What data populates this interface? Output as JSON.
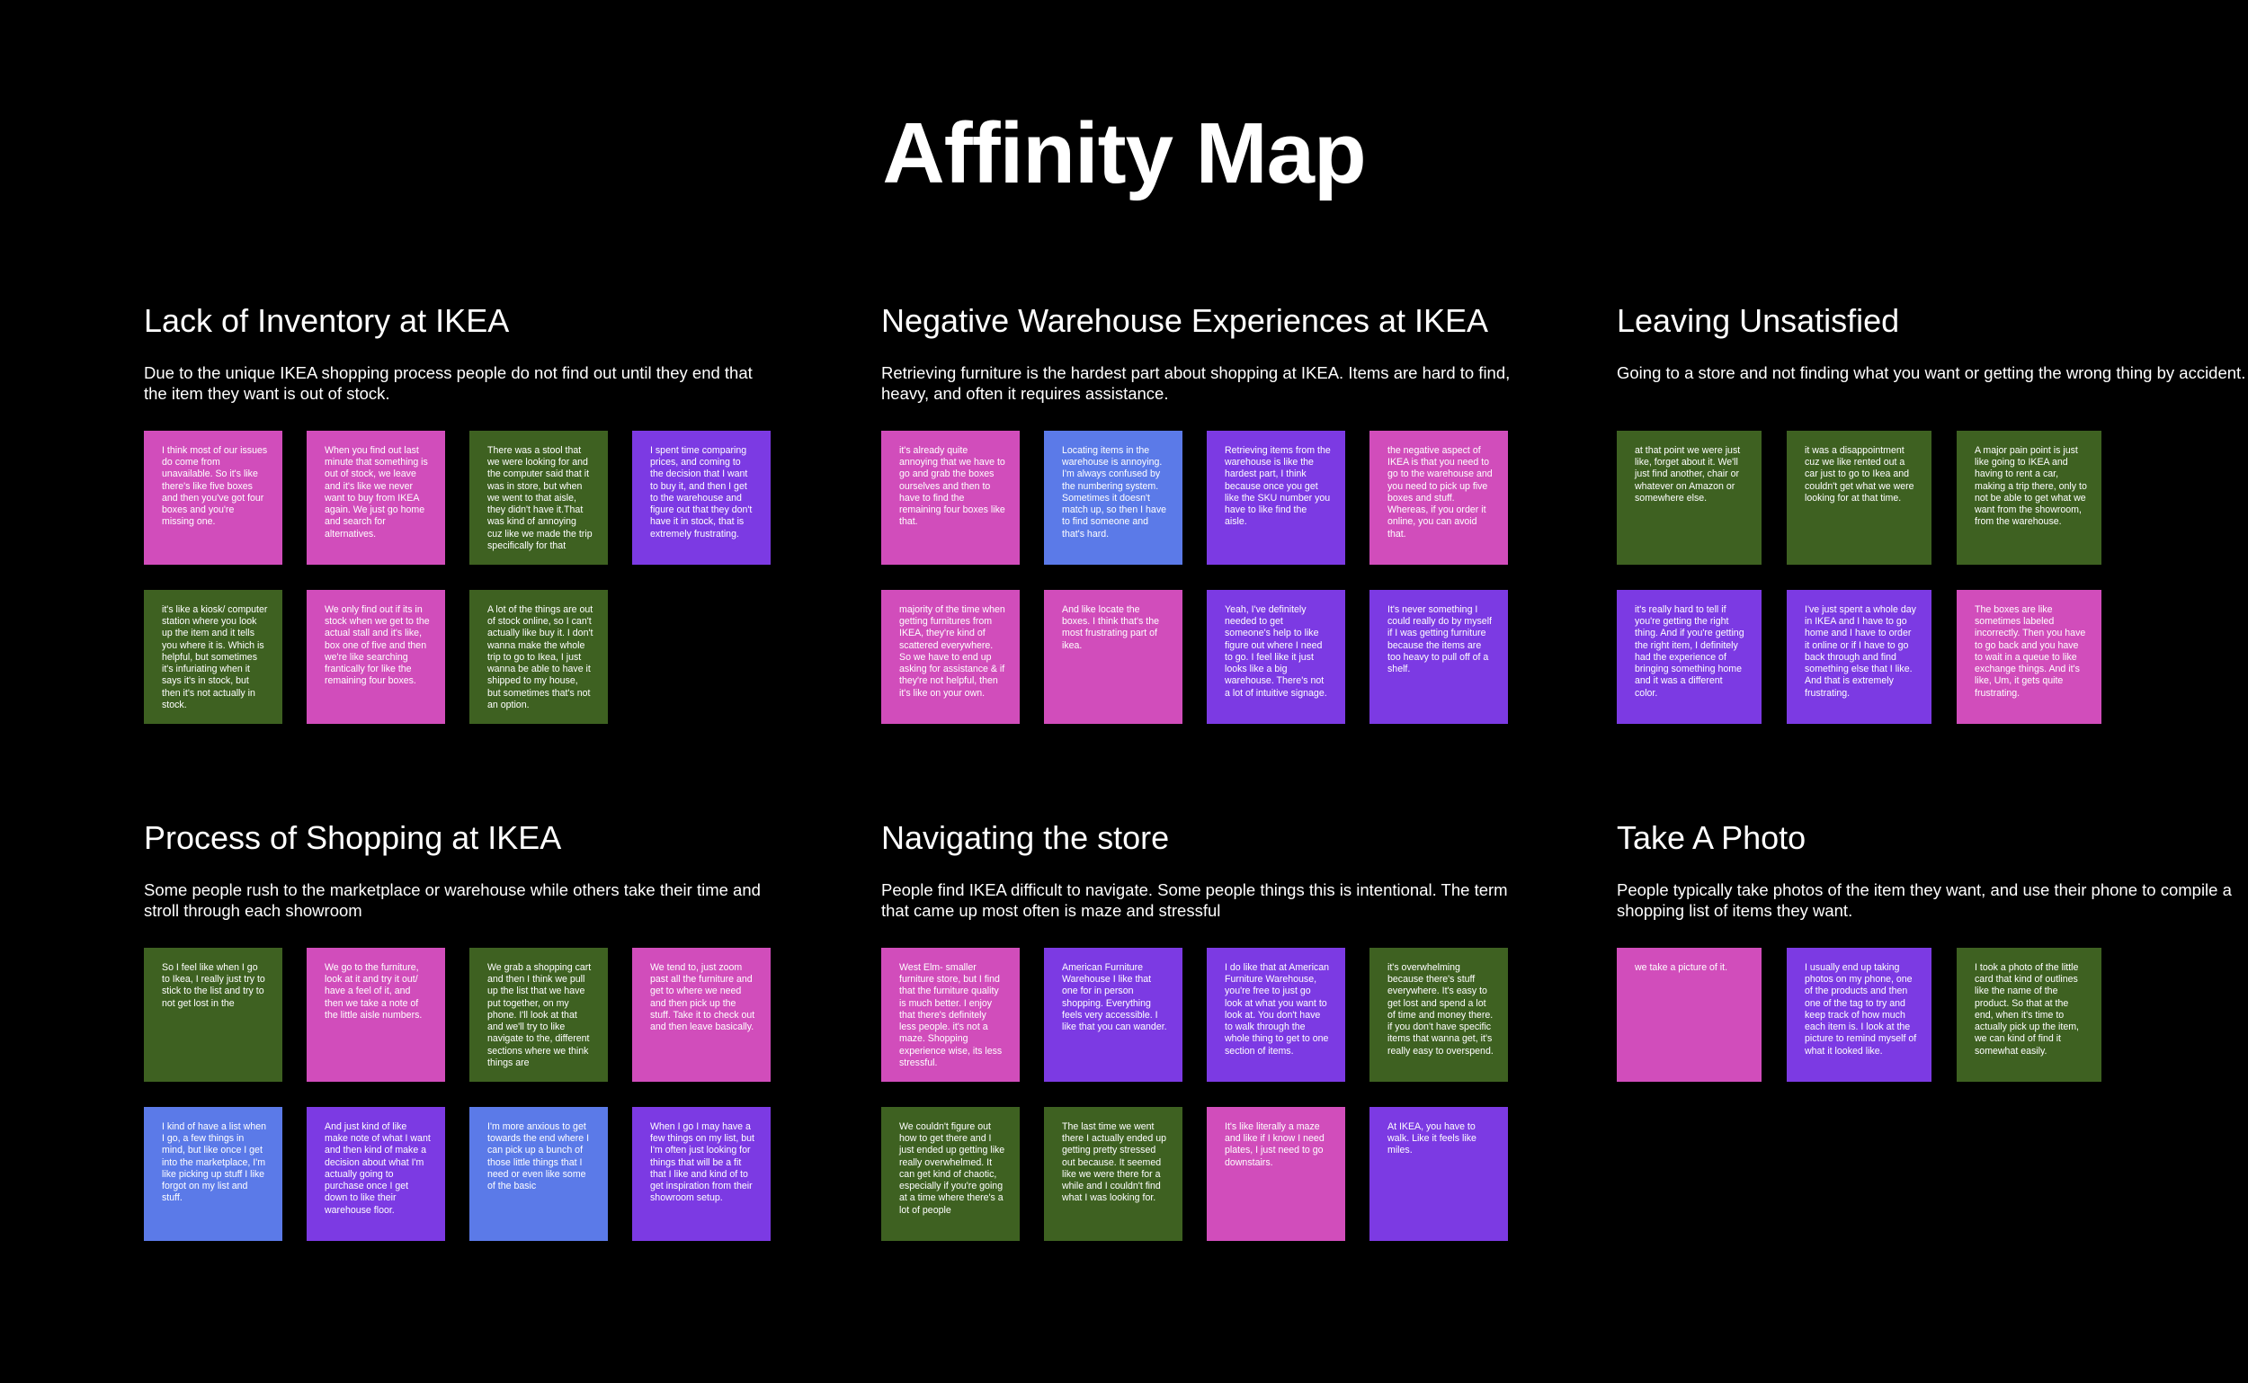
{
  "title": "Affinity Map",
  "colors": {
    "pink": "#d14dbb",
    "green": "#3e6121",
    "purple": "#7c3ae3",
    "blue": "#5b7ae8",
    "background": "#000000"
  },
  "sections": [
    {
      "title": "Lack of Inventory at IKEA",
      "description": "Due to the unique IKEA shopping process people do not find out until they end that the item they want is out of stock.",
      "notes": [
        {
          "color": "pink",
          "text": "I think most of our issues do come from unavailable. So it's like there's like five boxes and then you've got four boxes and you're missing one."
        },
        {
          "color": "pink",
          "text": "When you find out last minute that something is out of stock, we leave and it's like we never want to buy from IKEA again. We just go home and search for alternatives."
        },
        {
          "color": "green",
          "text": "There was a stool that we were looking for and the computer said that it was in store, but when we went to that aisle, they didn't have it.That was kind of annoying cuz like we made the trip specifically for that"
        },
        {
          "color": "purple",
          "text": "I spent time comparing prices, and coming to the decision that I want to buy it, and then I get to the warehouse and figure out that they don't have it in stock, that is extremely frustrating."
        },
        {
          "color": "green",
          "text": "it's like a kiosk/ computer station where you look up the item and it tells you where it is. Which is helpful, but sometimes it's infuriating when it says it's in stock, but then it's not actually in stock."
        },
        {
          "color": "pink",
          "text": "We only find out if its in stock when we get to the actual stall and it's like, box one of five and then we're like searching frantically for like the remaining four boxes."
        },
        {
          "color": "green",
          "text": "A lot of the things are out of stock online, so I can't actually like buy it. I don't wanna make the whole trip to go to Ikea, I just wanna be able to have it shipped to my house, but sometimes that's not an option."
        }
      ]
    },
    {
      "title": "Negative Warehouse Experiences at IKEA",
      "description": "Retrieving furniture is the hardest part about shopping at IKEA. Items are hard to find, heavy, and often it requires assistance.",
      "notes": [
        {
          "color": "pink",
          "text": "it's already quite annoying that we have to go and grab the boxes ourselves and then to have to find the remaining four boxes like that."
        },
        {
          "color": "blue",
          "text": "Locating items in the warehouse is annoying. I'm always confused by the numbering system. Sometimes it doesn't match up, so then I have to find someone and that's hard."
        },
        {
          "color": "purple",
          "text": "Retrieving items from the warehouse is like the hardest part, I think because once you get like the SKU number you have to like find the aisle."
        },
        {
          "color": "pink",
          "text": "the negative aspect of IKEA is that you need to go to the warehouse and you need to pick up five boxes and stuff. Whereas, if you order it online, you can avoid that."
        },
        {
          "color": "pink",
          "text": "majority of the time when getting furnitures from IKEA, they're kind of scattered everywhere. So we have to end up asking for assistance & if they're not helpful, then it's like on your own."
        },
        {
          "color": "pink",
          "text": "And like locate the boxes. I think that's the most frustrating part of ikea."
        },
        {
          "color": "purple",
          "text": "Yeah, I've definitely needed to get someone's help to like figure out where I need to go. I feel like it just looks like a big warehouse. There's not a lot of intuitive signage."
        },
        {
          "color": "purple",
          "text": "It's never something I could really do by myself if I was getting furniture because the items are too heavy to pull off of a shelf."
        }
      ]
    },
    {
      "title": "Leaving Unsatisfied",
      "description": "Going to a store and not finding what you want or getting the wrong thing by accident.",
      "notes": [
        {
          "color": "green",
          "text": "at that point we were just like, forget about it. We'll just find another, chair or whatever on Amazon or somewhere else."
        },
        {
          "color": "green",
          "text": "it was a disappointment cuz we like rented out a car just to go to Ikea and couldn't get what we were looking for at that time."
        },
        {
          "color": "green",
          "text": "A major pain point is just like going to IKEA and having to rent a car, making a trip there, only to not be able to get what we want from the showroom, from the warehouse."
        },
        {
          "color": "purple",
          "text": "it's really hard to tell if you're getting the right thing. And if you're getting the right item, I definitely had the experience of bringing something home and it was a different color."
        },
        {
          "color": "purple",
          "text": "I've just spent a whole day in IKEA and I have to go home and I have to order it online or if I have to go back through and find something else that I like. And that is extremely frustrating."
        },
        {
          "color": "pink",
          "text": "The boxes are like sometimes labeled incorrectly. Then you have to go back and you have to wait in a queue to like exchange things. And it's like, Um, it gets quite frustrating."
        }
      ]
    },
    {
      "title": "Process of Shopping at IKEA",
      "description": "Some people rush to the marketplace or warehouse while others take their time and stroll through each showroom",
      "notes": [
        {
          "color": "green",
          "text": "So I feel like when I go to Ikea, I really just try to stick to the list and try to not get lost in the"
        },
        {
          "color": "pink",
          "text": "We go to the furniture, look at it and try it out/ have a feel of it, and then we take a note of the little aisle numbers."
        },
        {
          "color": "green",
          "text": "We grab a shopping cart and then I think we pull up the list that we have put together, on my phone. I'll look at that and we'll try to like navigate to the, different sections where we think things are"
        },
        {
          "color": "pink",
          "text": "We tend to, just zoom past all the furniture and get to where we need and then pick up the stuff. Take it to check out and then leave basically."
        },
        {
          "color": "blue",
          "text": "I kind of have a list when I go, a few things in mind, but like once I get into the marketplace, I'm like picking up stuff I like forgot on my list and stuff."
        },
        {
          "color": "purple",
          "text": "And just kind of like make note of what I want and then kind of make a decision about what I'm actually going to purchase once I get down to like their warehouse floor."
        },
        {
          "color": "blue",
          "text": "I'm more anxious to get towards the end where I can pick up a bunch of those little things that I need or even like some of the basic"
        },
        {
          "color": "purple",
          "text": "When I go I may have a few things on my list, but I'm often just looking for things that will be a fit that I like and kind of to get inspiration from their showroom setup."
        }
      ]
    },
    {
      "title": "Navigating the store",
      "description": "People find IKEA difficult to navigate. Some people things this is intentional. The term that came up most often is maze and stressful",
      "notes": [
        {
          "color": "pink",
          "text": "West Elm- smaller furniture store, but I find that the furniture quality is much better. I enjoy that there's definitely less people. it's not a maze. Shopping experience wise, its less stressful."
        },
        {
          "color": "purple",
          "text": "American Furniture Warehouse I like that one for in person shopping. Everything feels very accessible. I like that you can wander."
        },
        {
          "color": "purple",
          "text": "I do like that at American Furniture Warehouse, you're free to just go look at what you want to look at. You don't have to walk through the whole thing to get to one section of items."
        },
        {
          "color": "green",
          "text": "it's overwhelming because there's stuff everywhere. It's easy to get lost and spend a lot of time and money there. if you don't have specific items that wanna get, it's really easy to overspend."
        },
        {
          "color": "green",
          "text": "We couldn't figure out how to get there and I just ended up getting like really overwhelmed. It can get kind of chaotic, especially if you're going at a time where there's a lot of people"
        },
        {
          "color": "green",
          "text": "The last time we went there I actually ended up getting pretty stressed out because. It seemed like we were there for a while and I couldn't find what I was looking for."
        },
        {
          "color": "pink",
          "text": "It's like literally a maze and like if I know I need plates, I just need to go downstairs."
        },
        {
          "color": "purple",
          "text": "At IKEA, you have to walk. Like it feels like miles."
        }
      ]
    },
    {
      "title": "Take A Photo",
      "description": "People typically take photos of the item they want, and use their phone to compile a shopping list of items they want.",
      "notes": [
        {
          "color": "pink",
          "text": "we take a picture of it."
        },
        {
          "color": "purple",
          "text": "I usually end up taking photos on my phone, one of the products and then one of the tag to try and keep track of how much each item is. I look at the picture to remind myself of what it looked like."
        },
        {
          "color": "green",
          "text": "I took a photo of the little card that kind of outlines like the name of the product. So that at the end, when it's time to actually pick up the item, we can kind of find it somewhat easily."
        }
      ]
    }
  ]
}
